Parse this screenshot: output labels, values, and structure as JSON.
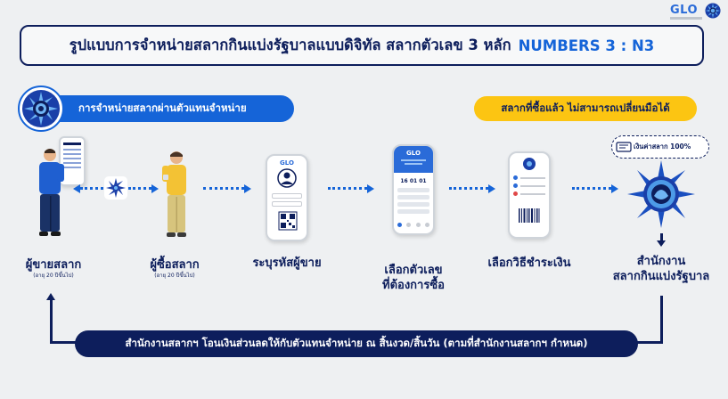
{
  "header": {
    "glo_logo_text": "GLO",
    "title": "รูปแบบการจำหน่ายสลากกินแบ่งรัฐบาลแบบดิจิทัล สลากตัวเลข 3 หลัก",
    "title_highlight": "NUMBERS 3 : N3"
  },
  "banners": {
    "agent_sales": "การจำหน่ายสลากผ่านตัวแทนจำหน่าย",
    "no_exchange": "สลากที่ซื้อแล้ว ไม่สามารถเปลี่ยนมือได้",
    "commission": "สำนักงานสลากฯ โอนเงินส่วนลดให้กับตัวแทนจำหน่าย ณ สิ้นงวด/สิ้นวัน (ตามที่สำนักงานสลากฯ กำหนด)"
  },
  "steps": {
    "seller": {
      "label": "ผู้ขายสลาก",
      "note": "(อายุ 20 ปีขึ้นไป)"
    },
    "buyer": {
      "label": "ผู้ซื้อสลาก",
      "note": "(อายุ 20 ปีขึ้นไป)"
    },
    "seller_code": {
      "label": "ระบุรหัสผู้ขาย"
    },
    "choose_number": {
      "line1": "เลือกตัวเลข",
      "line2": "ที่ต้องการซื้อ"
    },
    "payment": {
      "label": "เลือกวิธีชำระเงิน"
    },
    "glo_office": {
      "line1": "สำนักงาน",
      "line2": "สลากกินแบ่งรัฐบาล"
    }
  },
  "payment_tag": "เงินค่าสลาก 100%",
  "phone_texts": {
    "phone1_logo": "GLO",
    "phone2_logo": "GLO",
    "phone2_number": "16 01 01"
  },
  "colors": {
    "navy": "#0d1e5c",
    "blue": "#1564d8",
    "yellow": "#fcc512",
    "background": "#eef0f2"
  },
  "icons": [
    "glo-seal-icon",
    "person-seller-icon",
    "person-buyer-icon",
    "smartphone-icon",
    "qr-code-icon",
    "barcode-icon",
    "ticket-icon"
  ]
}
